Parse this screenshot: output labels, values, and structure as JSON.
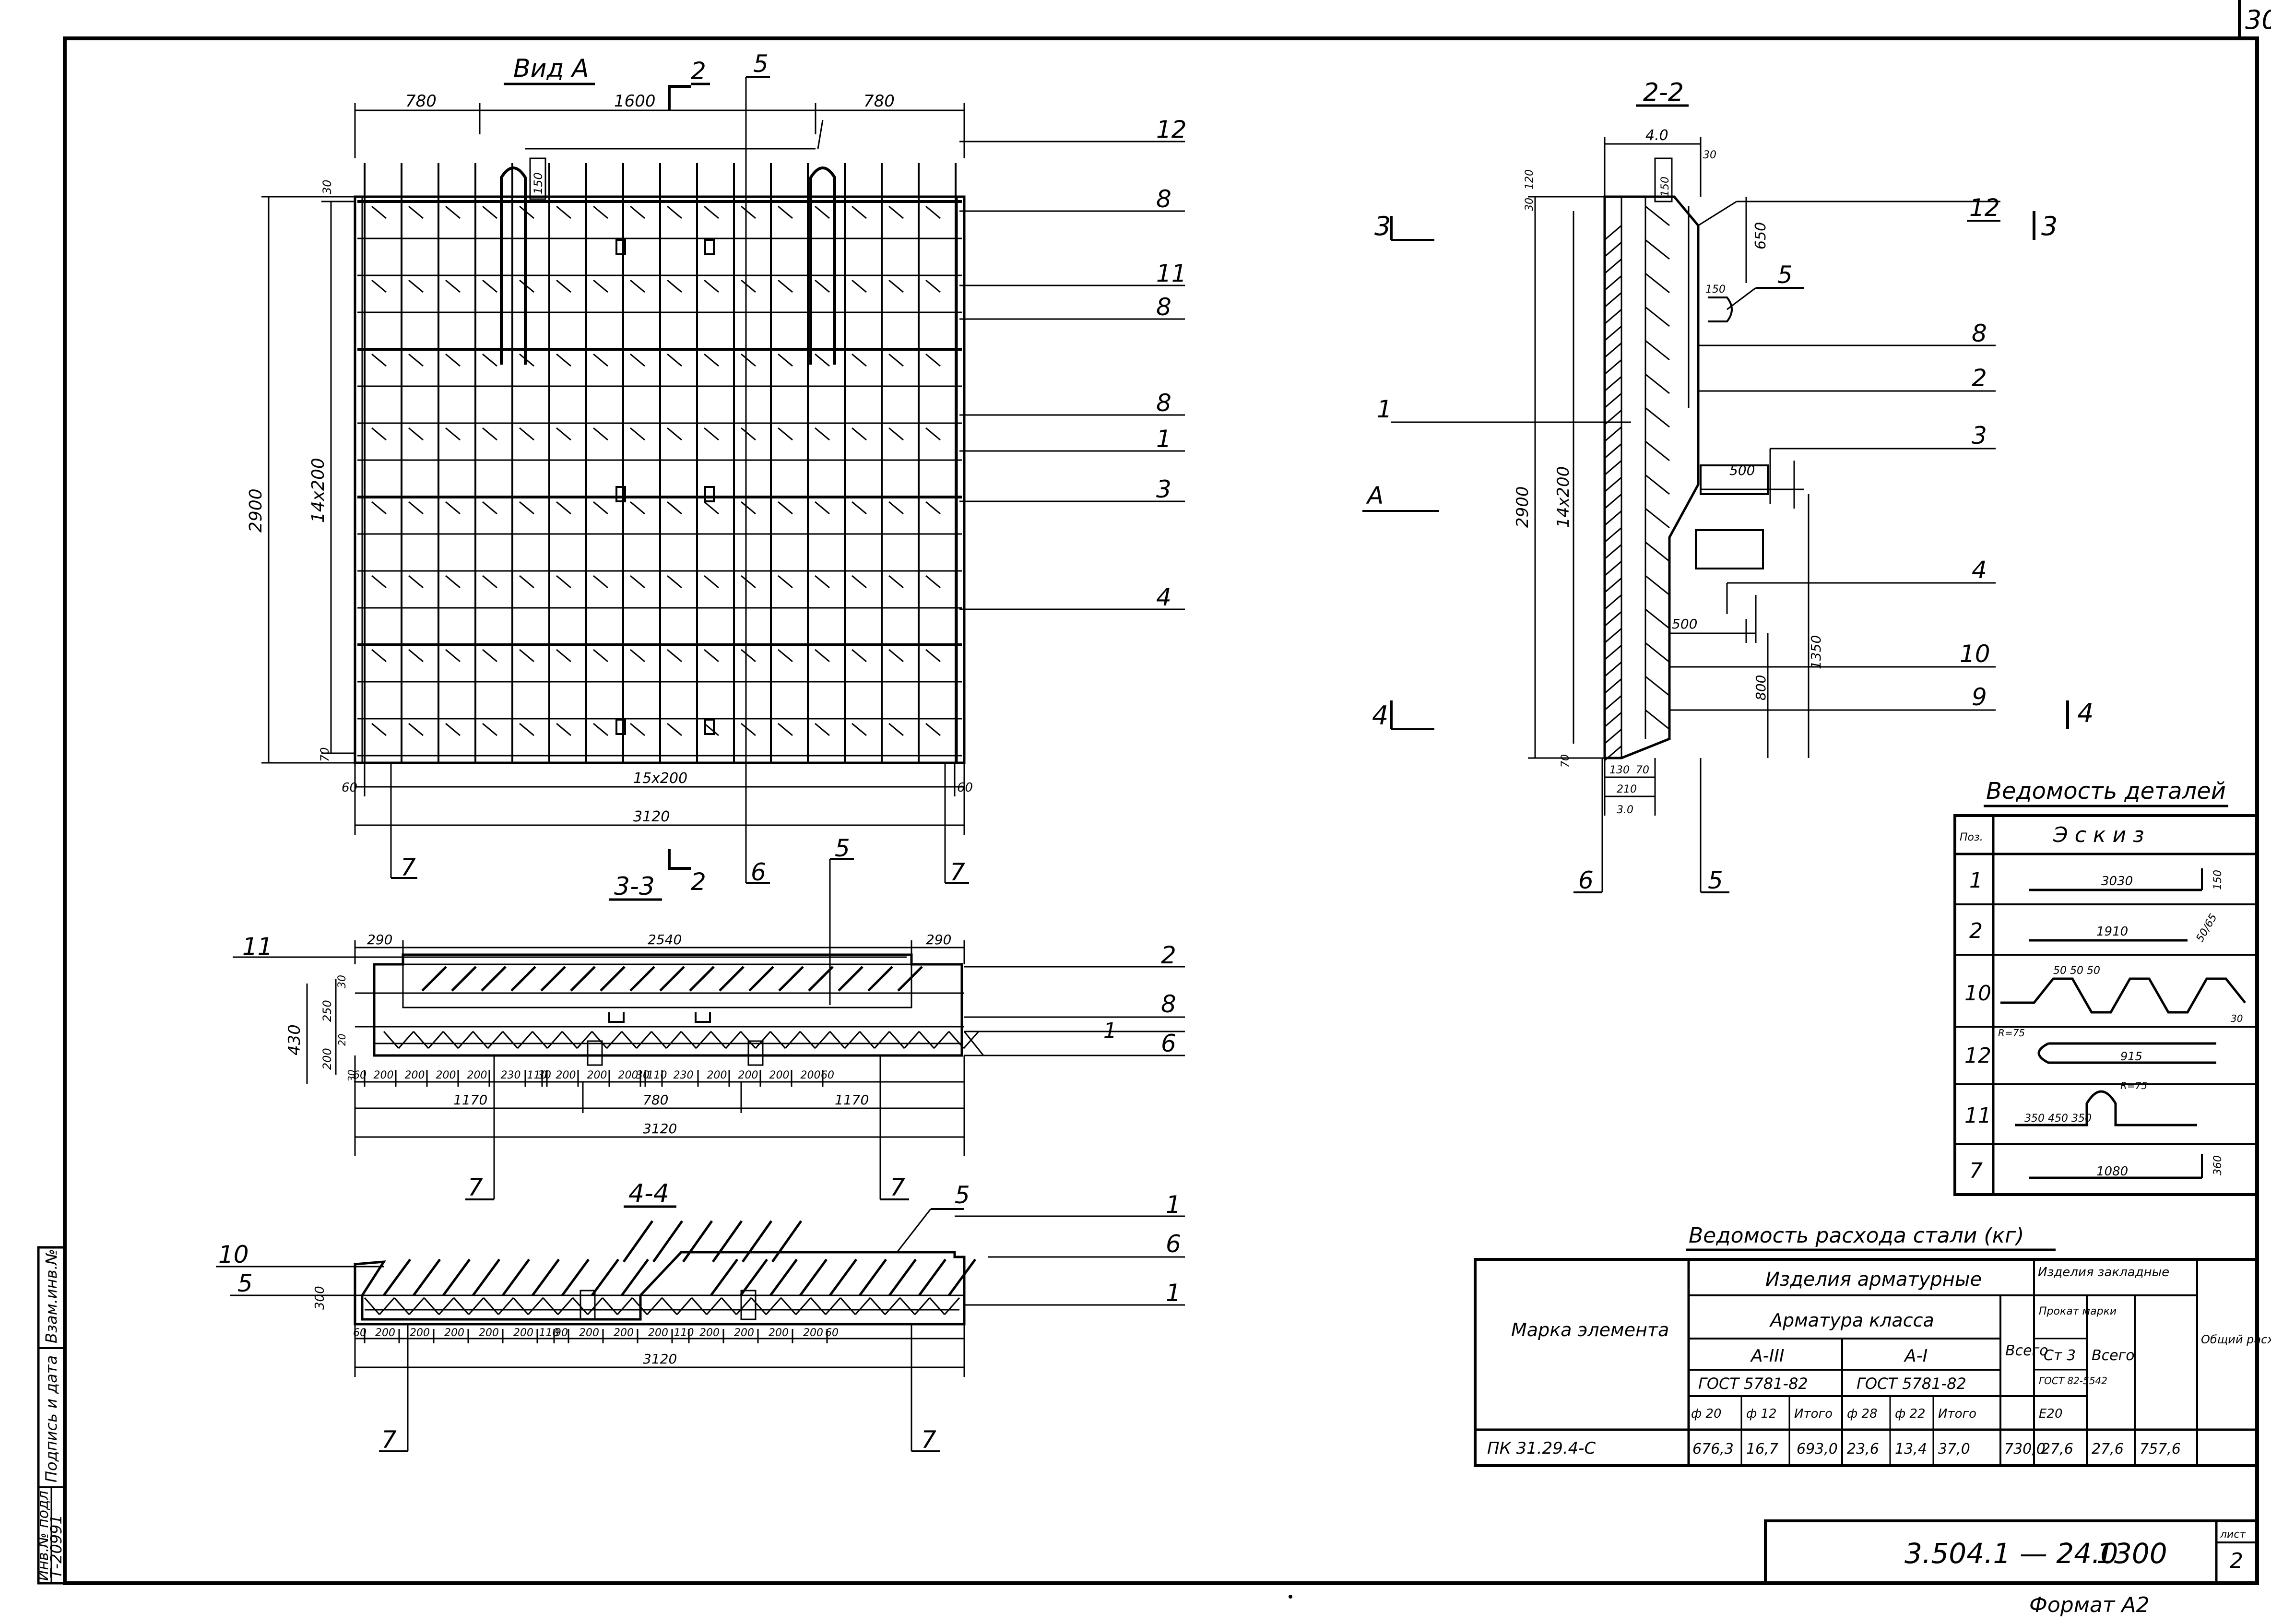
{
  "sheet": {
    "page_number_corner": "30",
    "doc_code": "3.504.1 — 24.0",
    "doc_suffix": "1300",
    "sheet_label": "лист",
    "sheet_number": "2",
    "format": "Формат А2",
    "side_stamp": [
      "Инв.№ подл",
      "Подпись и дата",
      "Взам.инв.№",
      "Т-20991"
    ]
  },
  "view_a": {
    "title": "Вид А",
    "cut_label": "2",
    "dims_top": [
      "780",
      "1600",
      "780"
    ],
    "dims_left": [
      "2900",
      "14х200"
    ],
    "dim_30": "30",
    "dim_70": "70",
    "dim_150": "150",
    "dims_bottom": [
      "60",
      "15х200",
      "60",
      "3120"
    ],
    "callouts_right": [
      "12",
      "8",
      "11",
      "8",
      "8",
      "1",
      "3",
      "4"
    ],
    "callout_top": "5",
    "callouts_bottom": [
      "7",
      "6",
      "7"
    ]
  },
  "section_22": {
    "title": "2-2",
    "dims": [
      "4.0",
      "30",
      "120",
      "30",
      "150",
      "650",
      "150",
      "500",
      "500",
      "800",
      "1350",
      "2900",
      "14х200",
      "70",
      "130",
      "70",
      "210",
      "3.0"
    ],
    "callouts": [
      "12",
      "5",
      "8",
      "2",
      "3",
      "4",
      "10",
      "9",
      "1",
      "6",
      "5"
    ],
    "cut_labels": [
      "3",
      "3",
      "4",
      "4",
      "А"
    ]
  },
  "section_33": {
    "title": "3-3",
    "cut_label": "2",
    "dims_top": [
      "290",
      "2540",
      "290"
    ],
    "dims_left": [
      "430",
      "30",
      "250",
      "200",
      "20",
      "30"
    ],
    "dims_bottom": [
      "60",
      "200",
      "200",
      "200",
      "200",
      "230",
      "110",
      "30",
      "200",
      "200",
      "200",
      "30",
      "110",
      "230",
      "200",
      "200",
      "200",
      "200",
      "60"
    ],
    "dims_bottom2": [
      "1170",
      "780",
      "1170",
      "3120"
    ],
    "callouts": [
      "11",
      "5",
      "2",
      "8",
      "1",
      "6",
      "7",
      "7"
    ]
  },
  "section_44": {
    "title": "4-4",
    "dim_left": "300",
    "dims_bottom": [
      "60",
      "200",
      "200",
      "200",
      "200",
      "200",
      "110",
      "90",
      "200",
      "200",
      "200",
      "110",
      "200",
      "200",
      "200",
      "200",
      "60",
      "3120"
    ],
    "callouts": [
      "10",
      "5",
      "5",
      "1",
      "6",
      "1",
      "7",
      "7"
    ]
  },
  "details_table": {
    "title": "Ведомость деталей",
    "headers": [
      "Поз.",
      "Эскиз"
    ],
    "rows": [
      {
        "pos": "1",
        "dim": "3030",
        "side": "150"
      },
      {
        "pos": "2",
        "dim": "1910",
        "side": "50/65"
      },
      {
        "pos": "10",
        "dim": "50   50   50",
        "side": "30"
      },
      {
        "pos": "12",
        "dim": "915",
        "side": "R=75"
      },
      {
        "pos": "11",
        "dim": "350   450   350",
        "side": "R=75"
      },
      {
        "pos": "7",
        "dim": "1080",
        "side": "360"
      }
    ]
  },
  "steel_table": {
    "title": "Ведомость расхода стали (кг)",
    "h_mark": "Марка элемента",
    "h_reinf_products": "Изделия арматурные",
    "h_reinf_class": "Арматура класса",
    "h_a3": "А-III",
    "h_a1": "А-I",
    "h_gost1": "ГОСТ 5781-82",
    "h_gost2": "ГОСТ 5781-82",
    "h_total": "Всего",
    "h_embedded": "Изделия закладные",
    "h_rolled": "Прокат марки",
    "h_st3": "Ст 3",
    "h_gost3": "ГОСТ 82-5542",
    "h_total2": "Всего",
    "h_overall": "Общий расход",
    "sub": [
      "ф 20",
      "ф 12",
      "Итого",
      "ф 28",
      "ф 22",
      "Итого",
      "Е20"
    ],
    "row": {
      "mark": "ПК 31.29.4-С",
      "values": [
        "676,3",
        "16,7",
        "693,0",
        "23,6",
        "13,4",
        "37,0",
        "730,0",
        "27,6",
        "27,6",
        "757,6"
      ]
    }
  }
}
